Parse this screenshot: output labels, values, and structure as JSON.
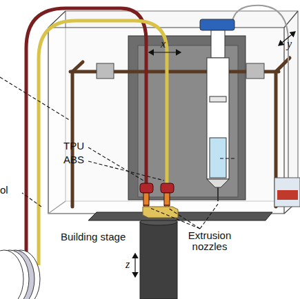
{
  "diagram": {
    "labels": [
      "x",
      "y",
      "TPU",
      "ABS",
      "ol",
      "Building stage",
      "Extrusion nozzles",
      "z"
    ]
  }
}
